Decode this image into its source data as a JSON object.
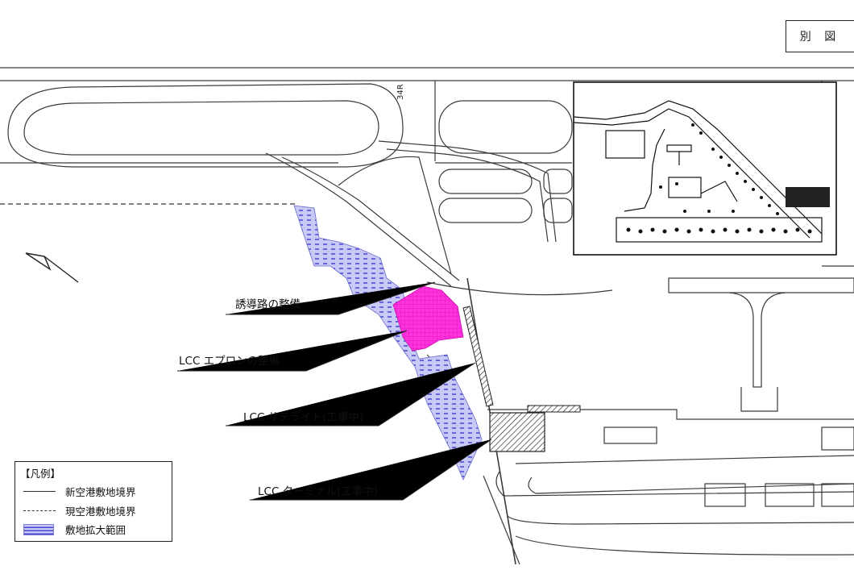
{
  "header": {
    "sheet_label": "別 図"
  },
  "map": {
    "runway_label": "34R",
    "colors": {
      "line": "#3a3a3a",
      "expansion_fill": "#c9c9f5",
      "expansion_hatch": "#3d3dcf",
      "apron_fill": "#ff33dd",
      "satellite_hatch": "#333333"
    }
  },
  "callouts": [
    {
      "id": "taxiway",
      "label": "誘導路の整備"
    },
    {
      "id": "apron",
      "label": "LCC エプロンの整備"
    },
    {
      "id": "satellite",
      "label": "LCC サテライト(工事中)"
    },
    {
      "id": "terminal",
      "label": "LCC ターミナル(工事中)"
    }
  ],
  "legend": {
    "title": "【凡例】",
    "items": [
      {
        "symbol": "solid-line",
        "label": "新空港敷地境界"
      },
      {
        "symbol": "dashed-line",
        "label": "現空港敷地境界"
      },
      {
        "symbol": "hatched-fill",
        "label": "敷地拡大範囲"
      }
    ]
  }
}
